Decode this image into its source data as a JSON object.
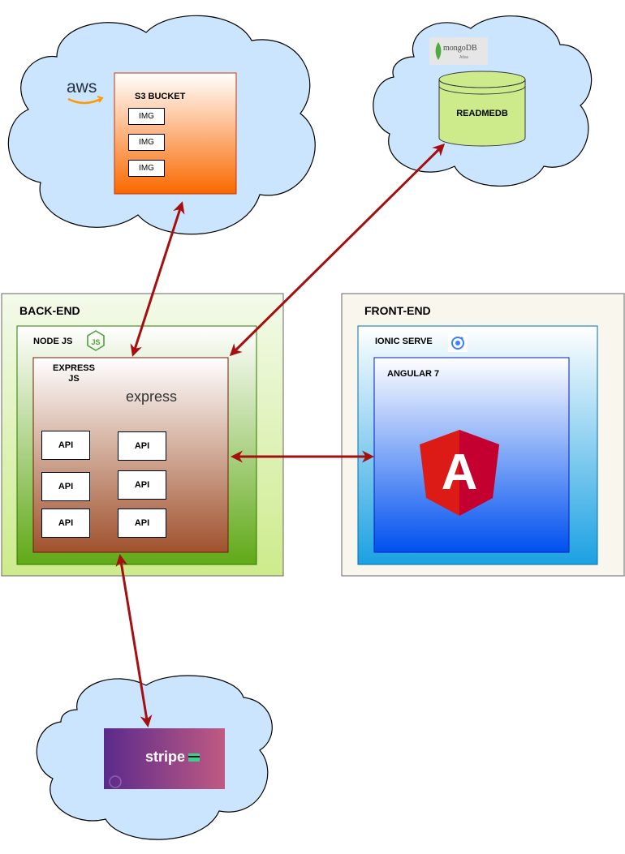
{
  "aws": {
    "logo_text": "aws",
    "bucket_title": "S3 BUCKET",
    "images": [
      "IMG",
      "IMG",
      "IMG"
    ]
  },
  "mongo": {
    "logo_text": "mongoDB",
    "logo_sub": "Atlas",
    "db_label": "READMEDB"
  },
  "backend": {
    "title": "BACK-END",
    "node_label": "NODE JS",
    "express_label_line1": "EXPRESS",
    "express_label_line2": "JS",
    "express_logo": "express",
    "apis": [
      "API",
      "API",
      "API",
      "API",
      "API",
      "API"
    ]
  },
  "frontend": {
    "title": "FRONT-END",
    "ionic_label": "IONIC SERVE",
    "angular_label": "ANGULAR 7",
    "angular_logo_letter": "A"
  },
  "stripe": {
    "logo_text": "stripe"
  },
  "colors": {
    "cloud_fill": "#cce5ff",
    "arrow": "#a50f0f",
    "s3_top": "#ffffff",
    "s3_bottom": "#fa6800",
    "db_fill": "#cdeb8b",
    "backend_outer": "#f1f8e9",
    "node_top": "#ffffff",
    "node_bottom": "#60a917",
    "express_top": "#ffffff",
    "express_bottom": "#a0522d",
    "frontend_outer": "#f9f7ed",
    "ionic_top": "#ffffff",
    "ionic_bottom": "#1ba1e2",
    "angular_top": "#ffffff",
    "angular_bottom": "#0050ef",
    "angular_red": "#dd1b16"
  }
}
